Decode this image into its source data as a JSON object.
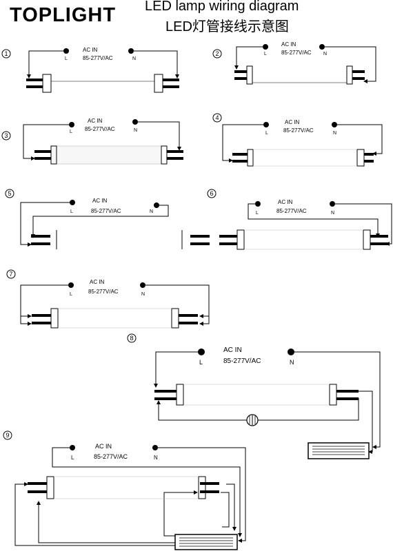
{
  "header": {
    "logo_text": "TOPLIGHT",
    "title_en": "LED lamp wiring diagram",
    "title_cn": "LED灯管接线示意图"
  },
  "diagrams": [
    {
      "number": "1",
      "ac_label": "AC IN",
      "voltage": "85-277V/AC",
      "live": "L",
      "neutral": "N"
    },
    {
      "number": "2",
      "ac_label": "AC IN",
      "voltage": "85-277V/AC",
      "live": "L",
      "neutral": "N"
    },
    {
      "number": "3",
      "ac_label": "AC IN",
      "voltage": "85-277V/AC",
      "live": "L",
      "neutral": "N"
    },
    {
      "number": "4",
      "ac_label": "AC IN",
      "voltage": "85-277V/AC",
      "live": "L",
      "neutral": "N"
    },
    {
      "number": "5",
      "ac_label": "AC IN",
      "voltage": "85-277V/AC",
      "live": "L",
      "neutral": "N"
    },
    {
      "number": "6",
      "ac_label": "AC IN",
      "voltage": "85-277V/AC",
      "live": "L",
      "neutral": "N"
    },
    {
      "number": "7",
      "ac_label": "AC IN",
      "voltage": "85-277V/AC",
      "live": "L",
      "neutral": "N"
    },
    {
      "number": "8",
      "ac_label": "AC IN",
      "voltage": "85-277V/AC",
      "live": "L",
      "neutral": "N"
    },
    {
      "number": "9",
      "ac_label": "AC IN",
      "voltage": "85-277V/AC",
      "live": "L",
      "neutral": "N"
    }
  ],
  "icons": {
    "terminal": "terminal-dot-icon",
    "pin": "lamp-pin-icon",
    "switch": "switch-icon",
    "ballast": "ballast-icon",
    "arrow": "arrow-head-icon"
  }
}
